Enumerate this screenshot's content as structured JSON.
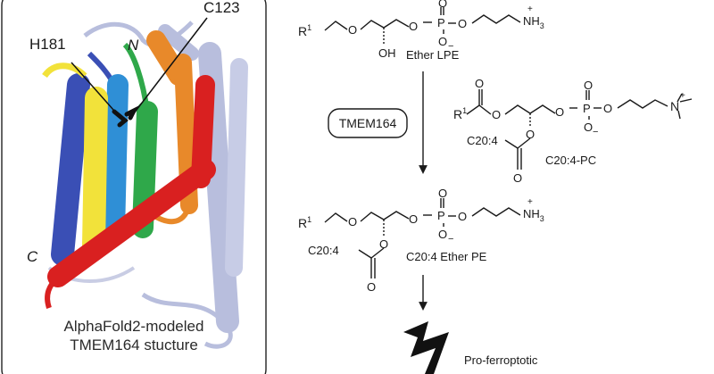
{
  "structure_panel": {
    "labels": {
      "c123": "C123",
      "h181": "H181",
      "n_term": "N",
      "c_term": "C"
    },
    "caption_line1": "AlphaFold2-modeled",
    "caption_line2": "TMEM164 stucture",
    "helix_colors": [
      "#3a4fb5",
      "#2f8fd6",
      "#f2e23a",
      "#2fa84a",
      "#e8892a",
      "#d92020",
      "#b8bedd"
    ]
  },
  "scheme": {
    "enzyme": "TMEM164",
    "substrate_name": "Ether LPE",
    "donor_name": "C20:4-PC",
    "product_name": "C20:4 Ether PE",
    "outcome": "Pro-ferroptotic",
    "r1": "R",
    "r1_sup": "1",
    "acyl_label": "C20:4",
    "atoms": {
      "O": "O",
      "P": "P",
      "OH": "OH",
      "N": "N",
      "NH": "NH",
      "sub3": "3",
      "plus": "+",
      "minus": "−"
    }
  }
}
